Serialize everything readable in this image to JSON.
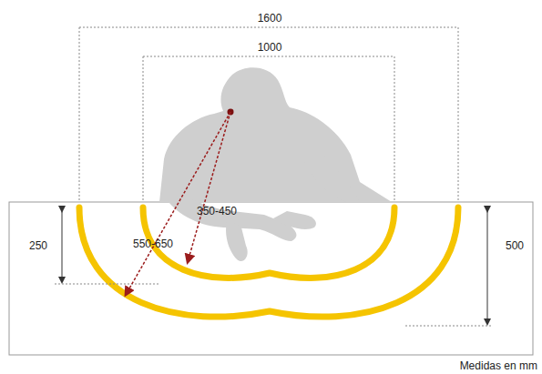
{
  "diagram": {
    "labels": [
      "1600",
      "1000",
      "350-450",
      "550-650",
      "250",
      "500",
      "Medidas en mm"
    ]
  }
}
